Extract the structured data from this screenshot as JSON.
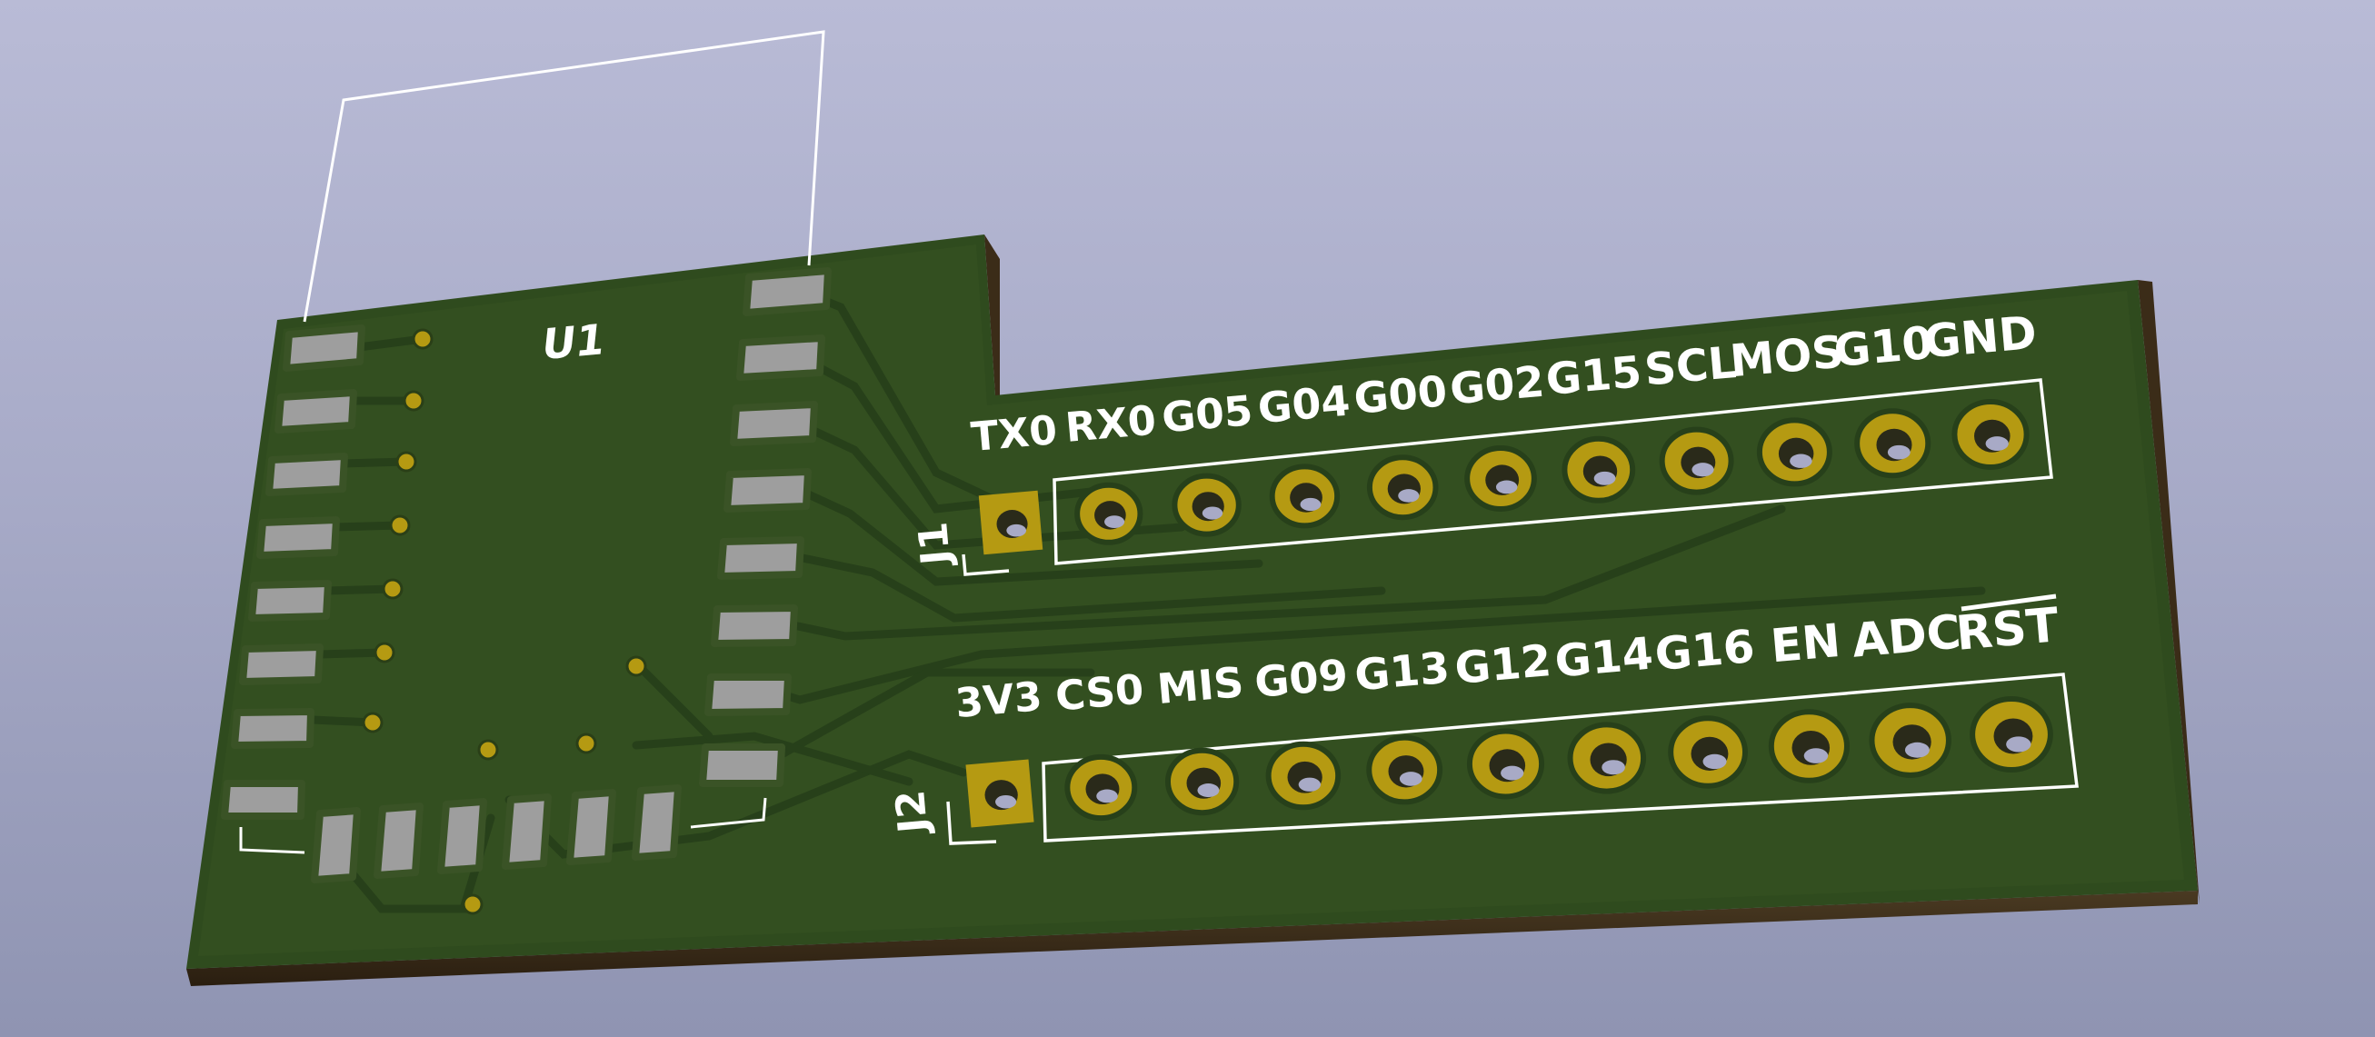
{
  "board": {
    "ref_module": "U1",
    "ref_header_1": "J1",
    "ref_header_2": "J2",
    "header_1_labels": [
      "TX0",
      "RX0",
      "G05",
      "G04",
      "G00",
      "G02",
      "G15",
      "SCL",
      "MOS",
      "G10",
      "GND"
    ],
    "header_2_labels": [
      "3V3",
      "CS0",
      "MIS",
      "G09",
      "G13",
      "G12",
      "G14",
      "G16",
      "EN",
      "ADC",
      "RST"
    ]
  },
  "colors": {
    "pcb": "#2e4a1d",
    "pcb_edge": "#3a2a17",
    "copper_trace": "#395a26",
    "gold": "#b59a12",
    "pad_gray": "#9e9e9e",
    "silkscreen": "#ffffff"
  }
}
